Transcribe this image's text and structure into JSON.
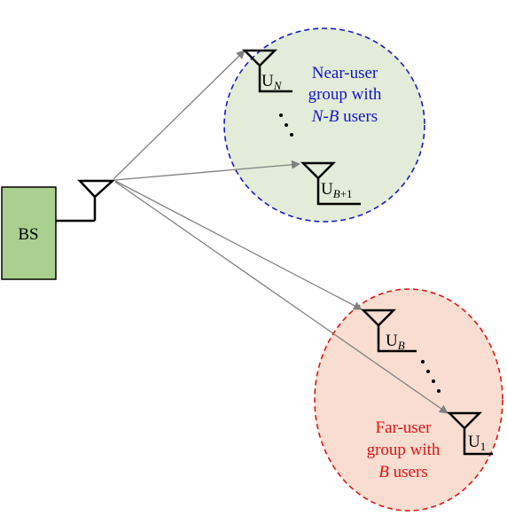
{
  "colors": {
    "near_group_fill": "#e2ecd8",
    "near_group_border": "#1a1acc",
    "far_group_fill": "#f8ddd0",
    "far_group_border": "#e01515",
    "bs_fill": "#a9d08e",
    "link_arrow": "#808080"
  },
  "bs": {
    "label": "BS"
  },
  "users": {
    "un": {
      "base": "U",
      "sub": "N"
    },
    "ub1": {
      "base": "U",
      "sub_var": "B",
      "sub_rest": "+1"
    },
    "ub": {
      "base": "U",
      "sub": "B"
    },
    "u1": {
      "base": "U",
      "sub": "1"
    }
  },
  "near_group": {
    "line1": "Near-user",
    "line2": "group with",
    "line3_var": "N",
    "line3_dash": "-",
    "line3_var2": "B",
    "line3_rest": " users"
  },
  "far_group": {
    "line1": "Far-user",
    "line2": "group with",
    "line3_var": "B",
    "line3_rest": " users"
  },
  "icons": {
    "bs_antenna": "antenna-icon",
    "user_antenna": "antenna-icon"
  }
}
